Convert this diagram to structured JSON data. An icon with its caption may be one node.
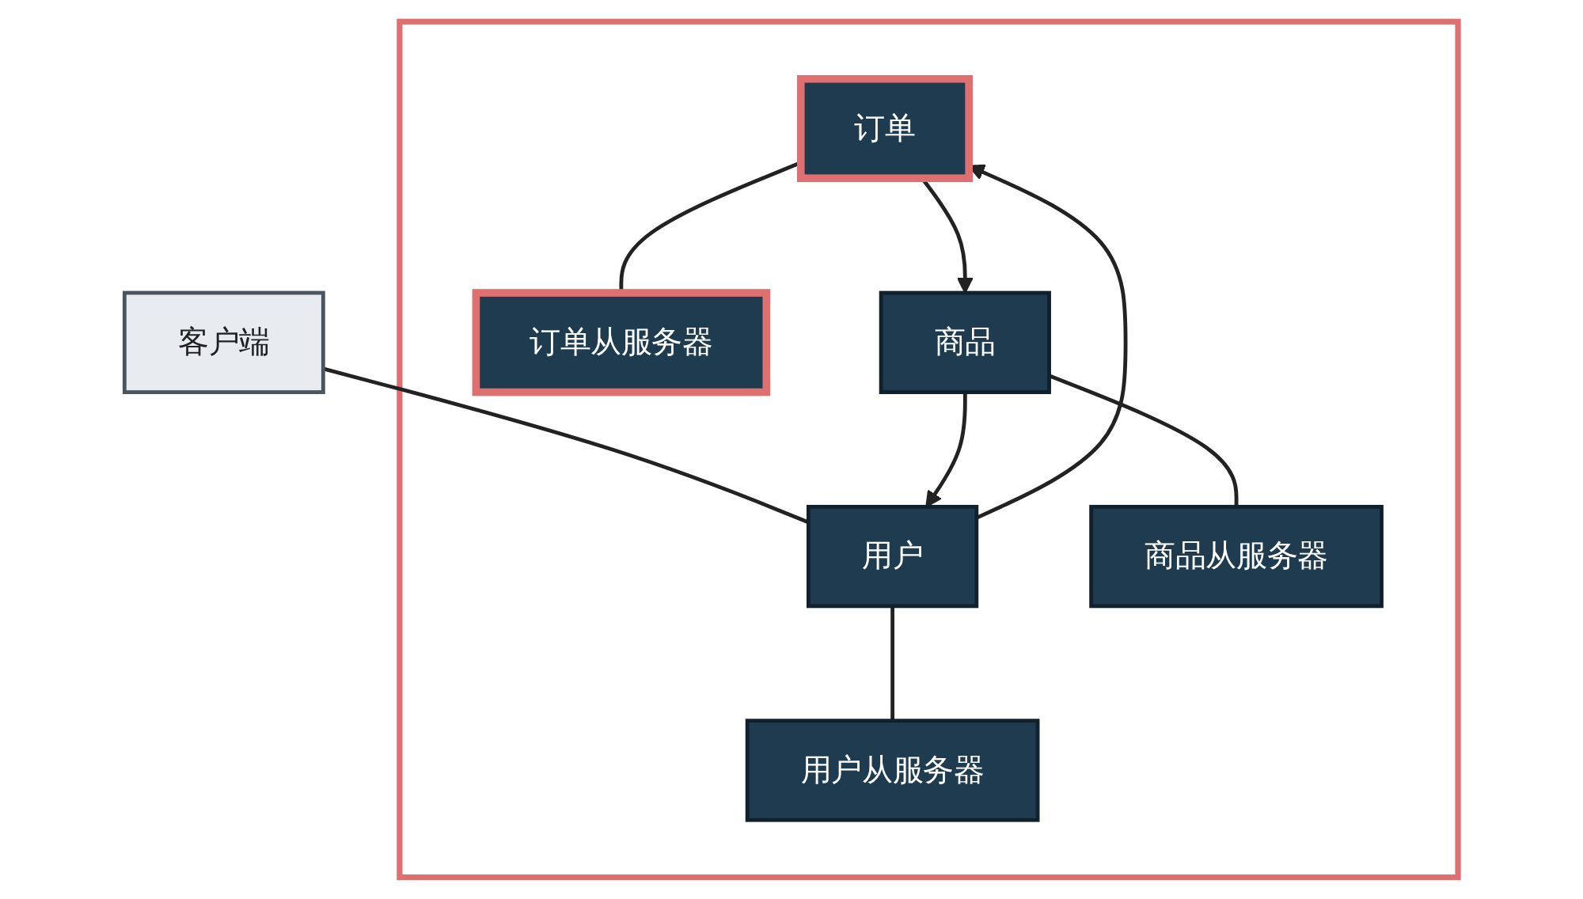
{
  "diagram": {
    "nodes": [
      {
        "text": [],
        "shape": "box"
      },
      {
        "text": [
          "订单从服务器"
        ],
        "in": 0
      },
      {
        "text": [
          "订单"
        ],
        "in": 0
      },
      {
        "text": [
          "客户端"
        ]
      },
      {
        "text": [
          "用户"
        ],
        "in": 0
      },
      {
        "text": [
          "商品"
        ],
        "in": 0
      },
      {
        "text": [
          "用户从服务器"
        ],
        "in": 0
      },
      {
        "text": [
          "商品从服务器"
        ],
        "in": 0
      }
    ],
    "edges": [
      {
        "from": 3,
        "to": 4,
        "arrow": "none"
      },
      {
        "from": 4,
        "to": 2,
        "arrow": "to"
      },
      {
        "from": 2,
        "to": 5,
        "arrow": "to"
      },
      {
        "from": 5,
        "to": 4,
        "arrow": "to"
      },
      {
        "from": 2,
        "to": 1,
        "arrow": "none"
      },
      {
        "from": 4,
        "to": 6,
        "arrow": "none"
      },
      {
        "from": 5,
        "to": 7,
        "arrow": "none"
      }
    ]
  }
}
